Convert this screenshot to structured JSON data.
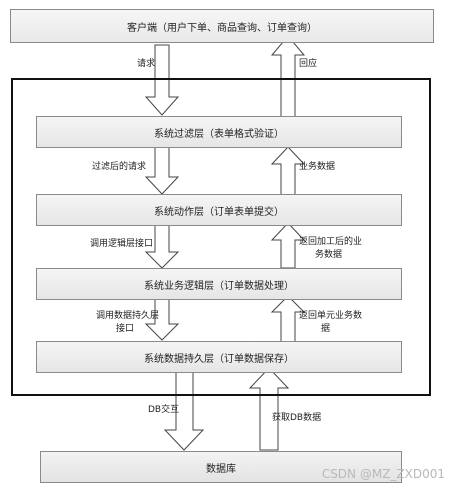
{
  "nodes": {
    "client": "客户端（用户下单、商品查询、订单查询）",
    "filter_layer": "系统过滤层（表单格式验证）",
    "action_layer": "系统动作层（订单表单提交）",
    "logic_layer": "系统业务逻辑层（订单数据处理）",
    "persistence_layer": "系统数据持久层（订单数据保存）",
    "database": "数据库"
  },
  "edges": {
    "request": "请求",
    "response": "回应",
    "filtered_request": "过滤后的请求",
    "business_data": "业务数据",
    "call_logic_line1": "调用逻辑层接口",
    "return_processed_line1": "返回加工后的业",
    "return_processed_line2": "务数据",
    "call_persist_line1": "调用数据持久层",
    "call_persist_line2": "接口",
    "return_unit_line1": "返回单元业务数",
    "return_unit_line2": "据",
    "db_interaction": "DB交互",
    "get_db_data": "获取DB数据"
  },
  "watermark": "CSDN @MZ_ZXD001"
}
